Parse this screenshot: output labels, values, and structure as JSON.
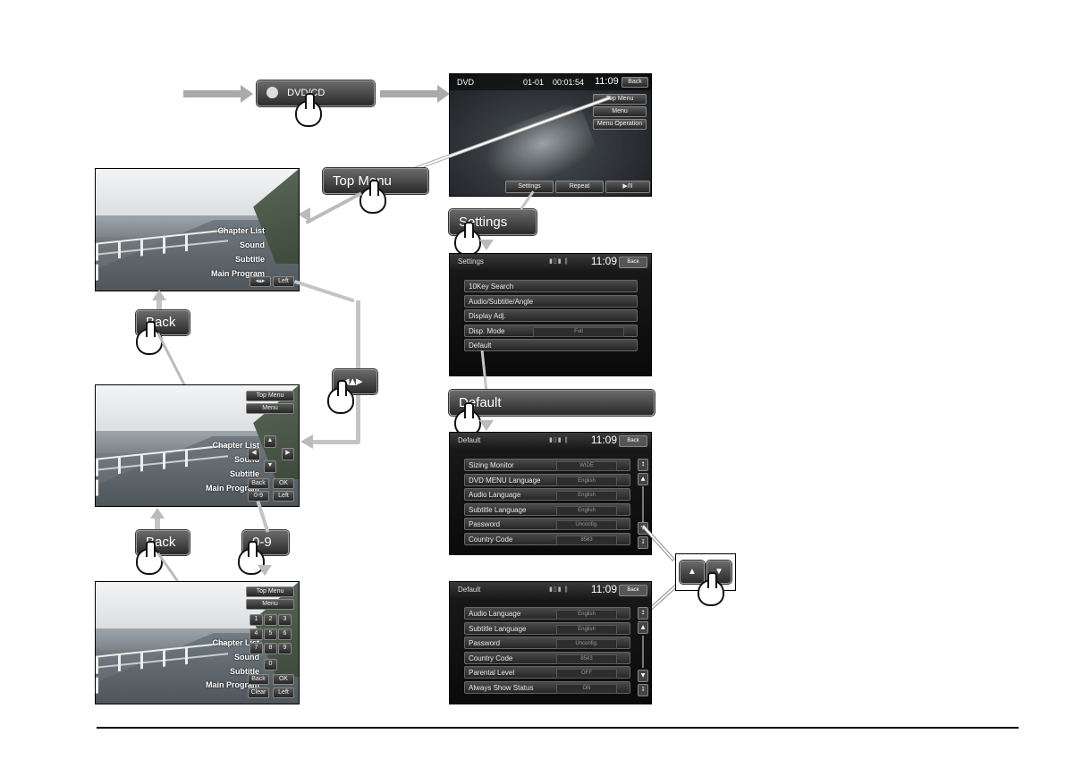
{
  "source_button": {
    "label": "DVD/CD"
  },
  "dvd_screen": {
    "title": "DVD",
    "track": "01-01",
    "elapsed": "00:01:54",
    "clock": "11:09",
    "back": "Back",
    "side_buttons": [
      "Top Menu",
      "Menu",
      "Menu Operation"
    ],
    "bottom_buttons": [
      "Settings",
      "Repeat",
      "▶/II"
    ]
  },
  "callouts": {
    "top_menu": "Top Menu",
    "settings": "Settings",
    "default": "Default",
    "back1": "Back",
    "back2": "Back",
    "digits": "0-9"
  },
  "menu_items": [
    "Chapter List",
    "Sound",
    "Subtitle",
    "Main Program"
  ],
  "road_screen_1": {
    "left_btn": "Left"
  },
  "road_screen_2": {
    "buttons": [
      "Top Menu",
      "Menu"
    ],
    "back": "Back",
    "ok": "OK",
    "digits": "0-9",
    "left": "Left"
  },
  "road_screen_3": {
    "buttons": [
      "Top Menu",
      "Menu"
    ],
    "keypad": [
      "1",
      "2",
      "3",
      "4",
      "5",
      "6",
      "7",
      "8",
      "9",
      "0"
    ],
    "back": "Back",
    "ok": "OK",
    "clear": "Clear",
    "left": "Left"
  },
  "settings_screen": {
    "title": "Settings",
    "clock": "11:09",
    "back": "Back",
    "items": [
      "10Key Search",
      "Audio/Subtitle/Angle",
      "Display Adj.",
      "Disp. Mode",
      "Default"
    ],
    "disp_mode_value": "Full"
  },
  "default_screen_1": {
    "title": "Default",
    "clock": "11:09",
    "back": "Back",
    "rows": [
      {
        "label": "Sizing Monitor",
        "value": "WIDE"
      },
      {
        "label": "DVD MENU Language",
        "value": "English"
      },
      {
        "label": "Audio Language",
        "value": "English"
      },
      {
        "label": "Subtitle Language",
        "value": "English"
      },
      {
        "label": "Password",
        "value": "Unconfig."
      },
      {
        "label": "Country Code",
        "value": "8583"
      }
    ]
  },
  "default_screen_2": {
    "title": "Default",
    "clock": "11:09",
    "back": "Back",
    "rows": [
      {
        "label": "Audio Language",
        "value": "English"
      },
      {
        "label": "Subtitle Language",
        "value": "English"
      },
      {
        "label": "Password",
        "value": "Unconfig."
      },
      {
        "label": "Country Code",
        "value": "8583"
      },
      {
        "label": "Parental Level",
        "value": "OFF"
      },
      {
        "label": "Always Show Status",
        "value": "ON"
      }
    ]
  },
  "scroll_glyphs": {
    "top": "↥",
    "up": "▲",
    "down": "▼",
    "bottom": "↧"
  }
}
